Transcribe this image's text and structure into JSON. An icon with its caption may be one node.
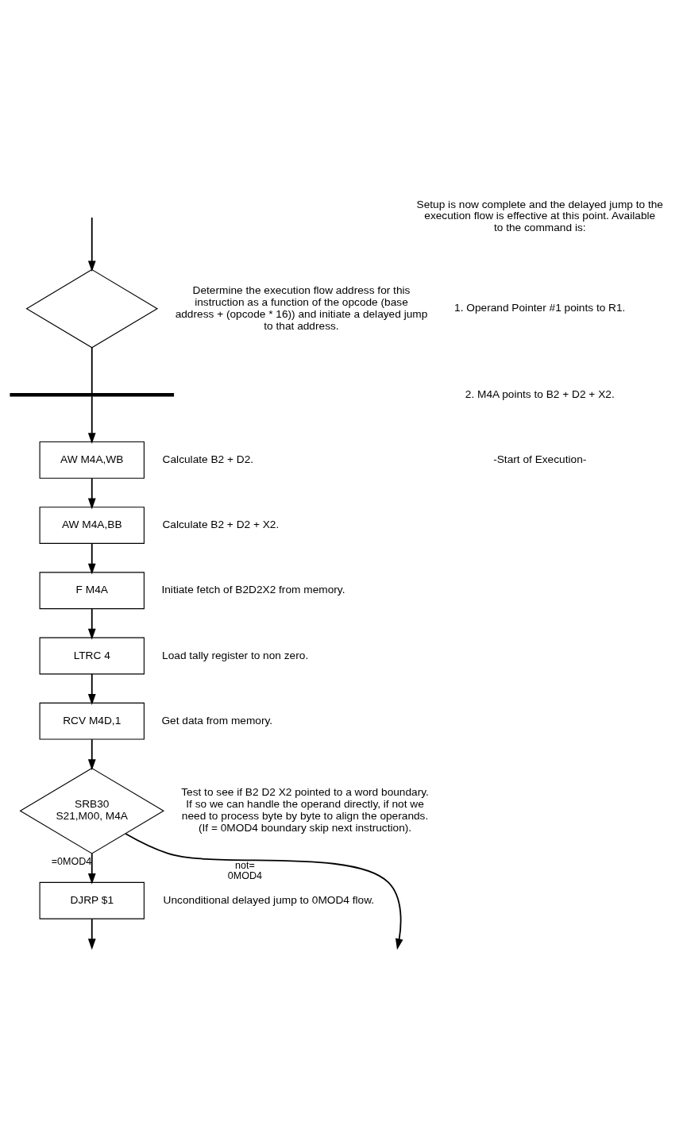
{
  "diagram": {
    "nodes": [
      {
        "text": [],
        "shape": "diamond",
        "beside": [
          "Determine the execution flow address for this instruction as a function of the opcode (base address + (opcode * 16)) and initiate a delayed jump to that address."
        ]
      },
      {
        "text": [],
        "shape": "bar"
      },
      {
        "text": [
          "AW M4A,WB"
        ],
        "beside": [
          "Calculate B2 + D2."
        ]
      },
      {
        "text": [
          "AW M4A,BB"
        ],
        "beside": [
          "Calculate B2 + D2 + X2."
        ]
      },
      {
        "text": [
          "F M4A"
        ],
        "beside": [
          "Initiate fetch of B2D2X2 from memory."
        ]
      },
      {
        "text": [
          "LTRC 4"
        ],
        "beside": [
          "Load tally register to non zero."
        ]
      },
      {
        "text": [
          "RCV M4D,1"
        ],
        "beside": [
          "Get data from memory."
        ]
      },
      {
        "text": [
          "SRB30 S21,M00, M4A"
        ],
        "beside": [
          "Test to see if B2 D2 X2 pointed to a word boundary. If so we can handle the operand directly, if not we need to process byte by byte to align the operands. (If = 0MOD4 boundary skip next instruction)."
        ]
      },
      {
        "text": [
          "DJRP $1"
        ],
        "beside": [
          "Unconditional delayed jump to 0MOD4 flow."
        ]
      }
    ],
    "edges": [
      {
        "from": null,
        "to": 0,
        "arrow": "to"
      },
      {
        "from": 0,
        "to": 1,
        "arrow": "none"
      },
      {
        "from": 1,
        "to": 2,
        "arrow": "to"
      },
      {
        "from": 2,
        "to": 3,
        "arrow": "to"
      },
      {
        "from": 3,
        "to": 4,
        "arrow": "to"
      },
      {
        "from": 4,
        "to": 5,
        "arrow": "to"
      },
      {
        "from": 5,
        "to": 6,
        "arrow": "to"
      },
      {
        "from": 6,
        "to": 7,
        "arrow": "to"
      },
      {
        "from": 7,
        "to": 8,
        "arrow": "to",
        "label": "=0MOD4"
      },
      {
        "from": 7,
        "to": null,
        "arrow": "to",
        "label": "not= 0MOD4"
      },
      {
        "from": 8,
        "to": null,
        "arrow": "to"
      }
    ],
    "labels": [
      "Setup is now complete and the delayed jump to the execution flow is effective at this point. Available to the command is:",
      "1. Operand Pointer #1 points to R1.",
      "2. M4A points to B2 + D2 + X2.",
      "-Start of Execution-"
    ]
  }
}
